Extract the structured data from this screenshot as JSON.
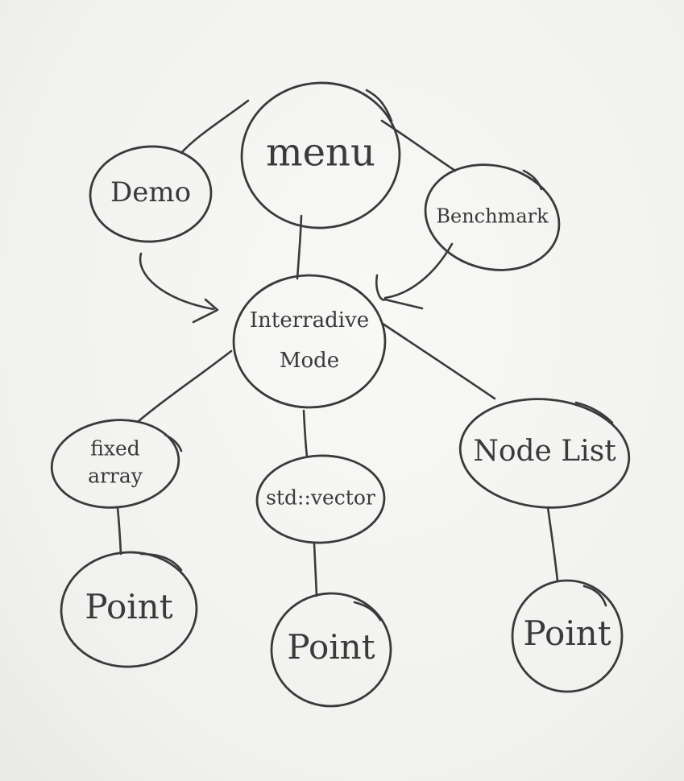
{
  "diagram": {
    "nodes": [
      {
        "id": "menu",
        "lines": [
          "menu"
        ]
      },
      {
        "id": "demo",
        "lines": [
          "Demo"
        ]
      },
      {
        "id": "benchmark",
        "lines": [
          "Benchmark"
        ]
      },
      {
        "id": "interactive-mode",
        "lines": [
          "Interradive",
          "Mode"
        ]
      },
      {
        "id": "fixed-array",
        "lines": [
          "fixed",
          "array"
        ]
      },
      {
        "id": "std-vector",
        "lines": [
          "std::vector"
        ]
      },
      {
        "id": "node-list",
        "lines": [
          "Node List"
        ]
      },
      {
        "id": "point-fixed-array",
        "lines": [
          "Point"
        ]
      },
      {
        "id": "point-std-vector",
        "lines": [
          "Point"
        ]
      },
      {
        "id": "point-node-list",
        "lines": [
          "Point"
        ]
      }
    ],
    "edges": [
      {
        "from": "menu",
        "to": "demo",
        "type": "line"
      },
      {
        "from": "menu",
        "to": "benchmark",
        "type": "line"
      },
      {
        "from": "menu",
        "to": "interactive-mode",
        "type": "line"
      },
      {
        "from": "demo",
        "to": "interactive-mode",
        "type": "arrow"
      },
      {
        "from": "benchmark",
        "to": "interactive-mode",
        "type": "arrow"
      },
      {
        "from": "interactive-mode",
        "to": "fixed-array",
        "type": "line"
      },
      {
        "from": "interactive-mode",
        "to": "std-vector",
        "type": "line"
      },
      {
        "from": "interactive-mode",
        "to": "node-list",
        "type": "line"
      },
      {
        "from": "fixed-array",
        "to": "point-fixed-array",
        "type": "line"
      },
      {
        "from": "std-vector",
        "to": "point-std-vector",
        "type": "line"
      },
      {
        "from": "node-list",
        "to": "point-node-list",
        "type": "line"
      }
    ]
  }
}
